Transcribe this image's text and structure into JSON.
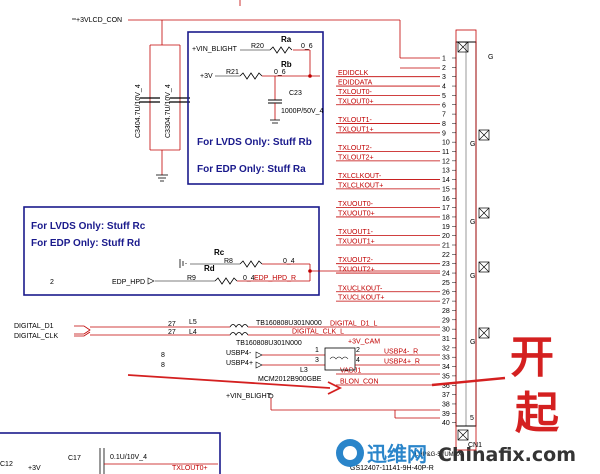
{
  "power": {
    "lcd": "+3VLCD_CON",
    "vin_blight": "+VIN_BLIGHT",
    "v3": "+3V",
    "vin_blight2": "+VIN_BLIGHT"
  },
  "caps": {
    "c1": "C3404.7U/10V_4",
    "c2": "C3304.7U/10V_4",
    "c23": "C23",
    "c23v": "1000P/50V_4",
    "c17": "C17",
    "c17v": "0.1U/10V_4"
  },
  "resistors": {
    "r20": "R20",
    "ra": "Ra",
    "r20v": "0_6",
    "r21": "R21",
    "rb": "Rb",
    "r21v": "0_6",
    "r8": "R8",
    "rc": "Rc",
    "r8v": "0_4",
    "r9": "R9",
    "rd": "Rd",
    "r9v": "0_4"
  },
  "notes": {
    "lvds_rb": "For LVDS Only:  Stuff  Rb",
    "edp_ra": "For EDP Only:  Stuff  Ra",
    "lvds_rc": "For LVDS Only:  Stuff  Rc",
    "edp_rd": "For EDP Only:  Stuff  Rd"
  },
  "nets": [
    {
      "name": "EDIDCLK",
      "pin": "3"
    },
    {
      "name": "EDIDDATA",
      "pin": "4"
    },
    {
      "name": "TXLOUT0-",
      "pin": "5"
    },
    {
      "name": "TXLOUT0+",
      "pin": "6"
    },
    {
      "name": "TXLOUT1-",
      "pin": "8"
    },
    {
      "name": "TXLOUT1+",
      "pin": "9"
    },
    {
      "name": "TXLOUT2-",
      "pin": "11"
    },
    {
      "name": "TXLOUT2+",
      "pin": "12"
    },
    {
      "name": "TXLCLKOUT-",
      "pin": "14"
    },
    {
      "name": "TXLCLKOUT+",
      "pin": "15"
    },
    {
      "name": "TXUOUT0-",
      "pin": "17"
    },
    {
      "name": "TXUOUT0+",
      "pin": "18"
    },
    {
      "name": "TXUOUT1-",
      "pin": "20"
    },
    {
      "name": "TXUOUT1+",
      "pin": "21"
    },
    {
      "name": "TXUOUT2-",
      "pin": "23"
    },
    {
      "name": "TXUOUT2+",
      "pin": "24"
    },
    {
      "name": "TXUCLKOUT-",
      "pin": "26"
    },
    {
      "name": "TXUCLKOUT+",
      "pin": "27"
    },
    {
      "name": "DIGITAL_D1_L",
      "pin": "29"
    },
    {
      "name": "DIGITAL_CLK_L",
      "pin": "30"
    },
    {
      "name": "+3V_CAM",
      "pin": "32"
    },
    {
      "name": "USBP4-_R",
      "pin": "33"
    },
    {
      "name": "USBP4+_R",
      "pin": "34"
    },
    {
      "name": "VADJ1",
      "pin": "36"
    },
    {
      "name": "BLON_CON",
      "pin": "37"
    }
  ],
  "pins": [
    "1",
    "2",
    "3",
    "4",
    "5",
    "6",
    "7",
    "8",
    "9",
    "10",
    "11",
    "12",
    "13",
    "14",
    "15",
    "16",
    "17",
    "18",
    "19",
    "20",
    "21",
    "22",
    "23",
    "24",
    "25",
    "26",
    "27",
    "28",
    "29",
    "30",
    "31",
    "32",
    "33",
    "34",
    "35",
    "36",
    "37",
    "38",
    "39",
    "40"
  ],
  "edp": {
    "num": "2",
    "net": "EDP_HPD",
    "net_r": "EDP_HPD_R"
  },
  "digital": {
    "d1": "DIGITAL_D1",
    "clk": "DIGITAL_CLK",
    "l5": "L5",
    "l4": "L4",
    "n27a": "27",
    "n27b": "27",
    "part_a": "TB160808U301N000",
    "part_b": "TB160808U301N000"
  },
  "usb": {
    "p4m": "USBP4-",
    "p4p": "USBP4+",
    "n8a": "8",
    "n8b": "8",
    "l3": "L3",
    "pin1": "1",
    "pin2": "2",
    "pin3": "3",
    "pin4": "4",
    "part": "MCM2012B900GBE"
  },
  "connector": {
    "g": "G",
    "five": "5",
    "cn1": "CN1",
    "pn": "GS12407-11141-9H-40P-R",
    "mfr": "LHP&G-5 (UMAX)"
  },
  "bottom": {
    "c12": "C12",
    "net_a": "+3V",
    "txlout": "TXLOUT0+"
  },
  "annot": {
    "char1": "开",
    "char2": "起"
  },
  "watermark": {
    "brand": "迅维网",
    "site": "Chinafix.com"
  },
  "colors": {
    "wire": "#c00000",
    "net": "#c00000",
    "box": "#1a1a8c",
    "annot": "#d42020",
    "pin": "#000000"
  }
}
